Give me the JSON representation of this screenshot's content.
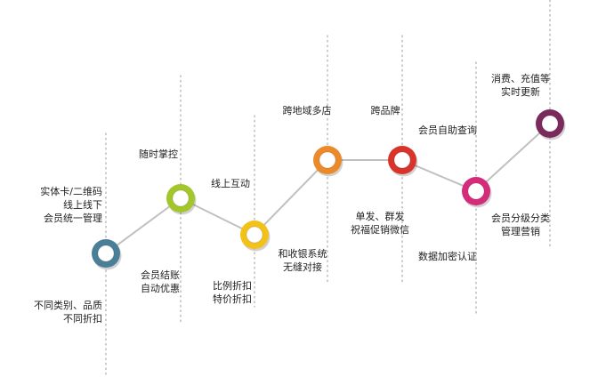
{
  "line_color": "#c0c0c0",
  "guide_color": "#aaaaaa",
  "nodes": [
    {
      "name": "node-1",
      "color": "#4a7f98",
      "above": "实体卡/二维码\n线上线下\n会员统一管理",
      "below": "不同类别、品质\n不同折扣"
    },
    {
      "name": "node-2",
      "color": "#a3c72a",
      "above": "随时掌控",
      "below": "会员结账\n自动优惠"
    },
    {
      "name": "node-3",
      "color": "#f2c21a",
      "above": "线上互动",
      "below": "比例折扣\n特价折扣"
    },
    {
      "name": "node-4",
      "color": "#ec8a2a",
      "above": "跨地域多店",
      "below": "和收银系统\n无缝对接"
    },
    {
      "name": "node-5",
      "color": "#d9342c",
      "above": "跨品牌",
      "below": "单发、群发\n祝福促销微信"
    },
    {
      "name": "node-6",
      "color": "#d42b7a",
      "above": "会员自助查询",
      "below": "数据加密认证"
    },
    {
      "name": "node-7",
      "color": "#7b2a5c",
      "above": "消费、充值等\n实时更新",
      "below": "会员分级分类\n管理营销"
    }
  ]
}
